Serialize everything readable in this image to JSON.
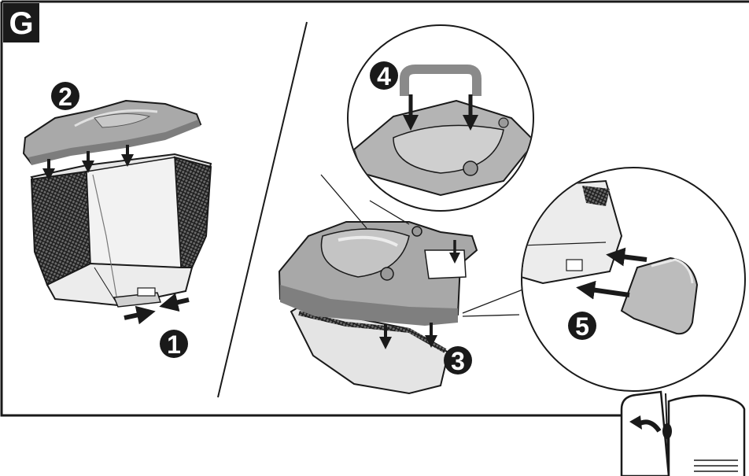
{
  "panel": {
    "letter": "G"
  },
  "steps": [
    {
      "number": "1"
    },
    {
      "number": "2"
    },
    {
      "number": "3"
    },
    {
      "number": "4"
    },
    {
      "number": "5"
    }
  ],
  "colors": {
    "ink": "#1a1a1a",
    "part_fill": "#bdbdbd",
    "part_dark": "#8e8e8e",
    "part_light": "#dcdcdc",
    "mesh": "#3a3a3a",
    "badge_bg": "#1a1a1a",
    "badge_text": "#ffffff"
  },
  "icons": [
    "arrow-icon",
    "page-turn-icon",
    "book-icon"
  ]
}
